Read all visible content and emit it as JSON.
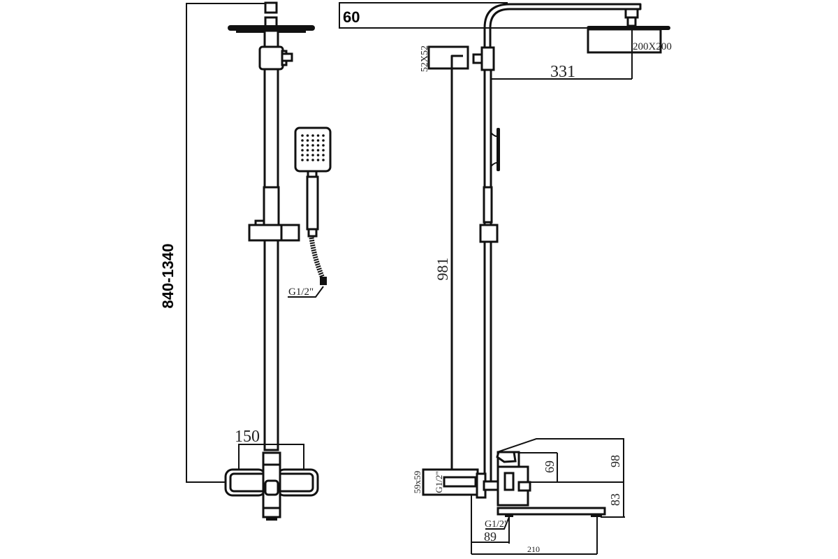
{
  "drawing": {
    "title": "Shower column technical drawing",
    "front_view": {
      "height_range_label": "840-1340",
      "mixer_center_distance_label": "150",
      "hand_shower_connection_label": "G1/2\""
    },
    "side_view": {
      "top_box_label": "60",
      "head_shower_size_label": "200X200",
      "arm_reach_label": "331",
      "diverter_size_label": "52X52",
      "column_length_label": "981",
      "wall_flange_size_label": "59x59",
      "inlet_connection_label": "G1/2\"",
      "spout_height_label": "69",
      "body_height_label": "98",
      "spout_lower_label": "83",
      "outlet_connection_label": "G1/2\"",
      "wall_to_outlet_label": "89",
      "spout_length_label": "210"
    }
  }
}
